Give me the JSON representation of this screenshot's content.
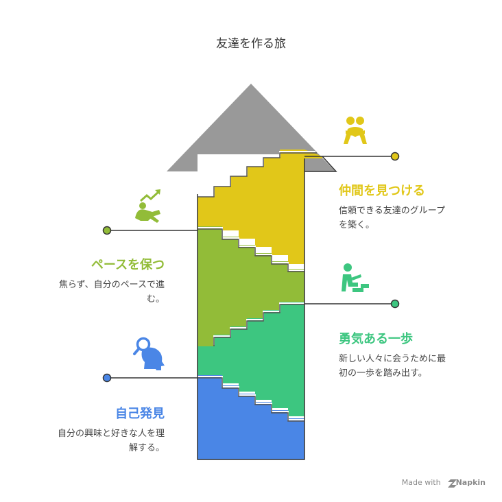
{
  "title": "友達を作る旅",
  "colors": {
    "arrow": "#999999",
    "find_friends": "#E1C719",
    "keep_pace": "#92BC38",
    "courage": "#3DC680",
    "self_discovery": "#4A86E6"
  },
  "steps": [
    {
      "heading": "仲間を見つける",
      "desc_line1": "信頼できる友達のグループ",
      "desc_line2": "を築く。",
      "icon": "friends-hugging-icon"
    },
    {
      "heading": "ペースを保つ",
      "desc_line1": "焦らず、自分のペースで進",
      "desc_line2": "む。",
      "icon": "person-relaxing-trend-icon"
    },
    {
      "heading": "勇気ある一歩",
      "desc_line1": "新しい人々に会うために最",
      "desc_line2": "初の一歩を踏み出す。",
      "icon": "person-climbing-stairs-icon"
    },
    {
      "heading": "自己発見",
      "desc_line1": "自分の興味と好きな人を理",
      "desc_line2": "解する。",
      "icon": "head-magnifier-icon"
    }
  ],
  "footer": {
    "made_with": "Made with",
    "brand": "Napkin"
  }
}
